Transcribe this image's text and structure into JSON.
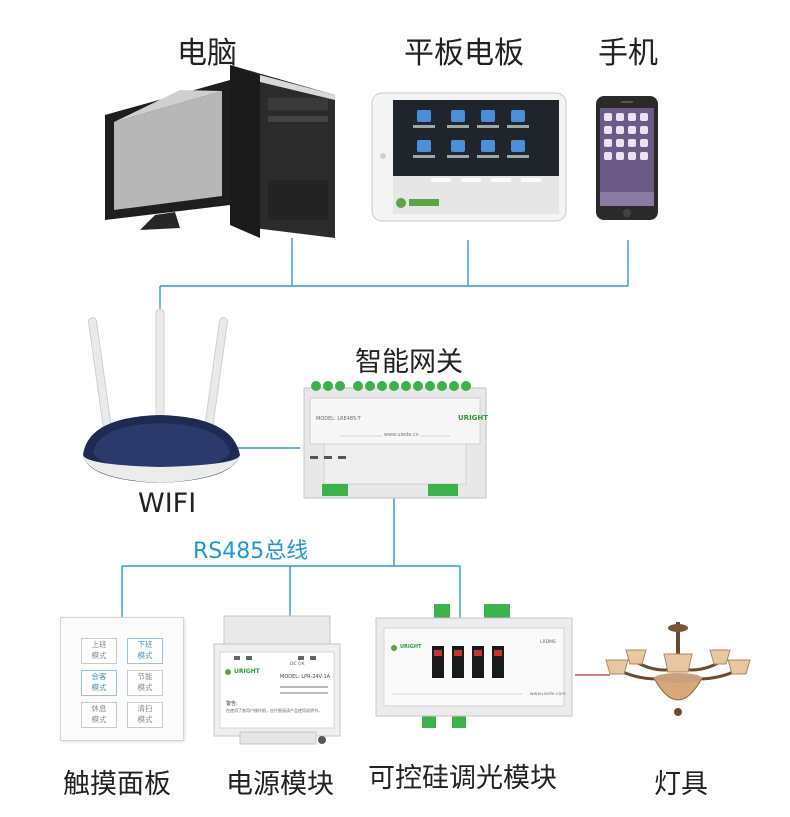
{
  "devices": {
    "computer": "电脑",
    "tablet": "平板电板",
    "phone": "手机",
    "router": "WIFI",
    "gateway": "智能网关",
    "touch_panel": "触摸面板",
    "power_module": "电源模块",
    "dimmer_module": "可控硅调光模块",
    "lamp": "灯具"
  },
  "bus_label": "RS485总线",
  "gateway_module": {
    "model": "MODEL: LRE485-T",
    "url": "www.uiede.cn",
    "brand": "URIGHT"
  },
  "power_supply": {
    "model": "MODEL: LPR-24V-1A",
    "brand": "URIGHT",
    "dc_label": "DC OK",
    "warning_title": "警告:",
    "warning_text": "在使用了各用户操作前，应仔细阅读产品使用说明书。"
  },
  "dimmer": {
    "brand": "URIGHT",
    "model": "LRDMS",
    "url": "www.uiede.com"
  },
  "touch_panel_buttons": [
    {
      "line1": "上班",
      "line2": "模式",
      "active": false
    },
    {
      "line1": "下班",
      "line2": "模式",
      "active": true
    },
    {
      "line1": "会客",
      "line2": "模式",
      "active": true
    },
    {
      "line1": "节能",
      "line2": "模式",
      "active": false
    },
    {
      "line1": "休息",
      "line2": "模式",
      "active": false
    },
    {
      "line1": "清扫",
      "line2": "模式",
      "active": false
    }
  ],
  "colors": {
    "wire": "#2d9ad6",
    "accent": "#1e96d6",
    "lamp_wire": "#c0392b",
    "terminal_green": "#3bb24a"
  }
}
